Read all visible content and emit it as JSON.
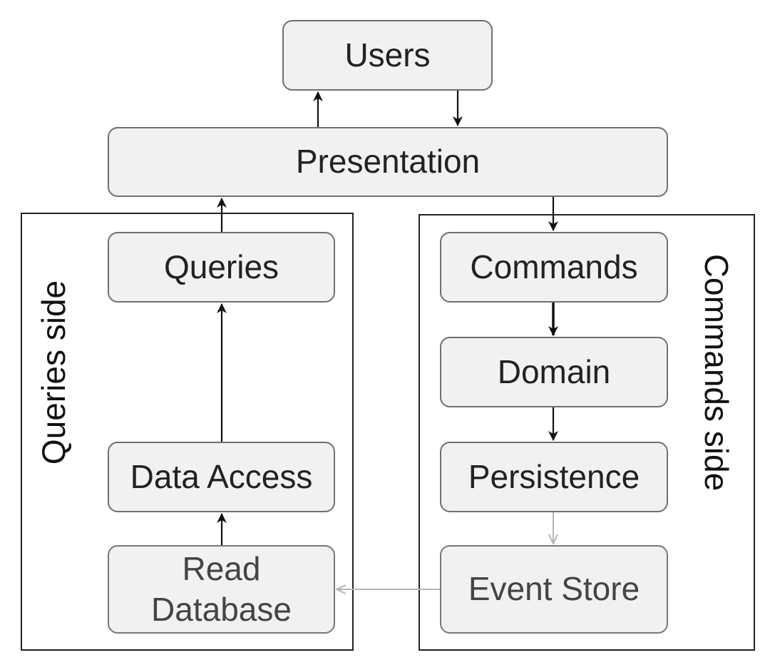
{
  "nodes": {
    "users": "Users",
    "presentation": "Presentation",
    "queries": "Queries",
    "data_access": "Data Access",
    "read_database": "Read\nDatabase",
    "commands": "Commands",
    "domain": "Domain",
    "persistence": "Persistence",
    "event_store": "Event Store"
  },
  "groups": {
    "queries_side": "Queries side",
    "commands_side": "Commands side"
  },
  "colors": {
    "node_fill": "#f1f1f1",
    "node_border": "#6f6f6f",
    "arrow": "#111111",
    "arrow_faded": "#b5b5b5"
  }
}
